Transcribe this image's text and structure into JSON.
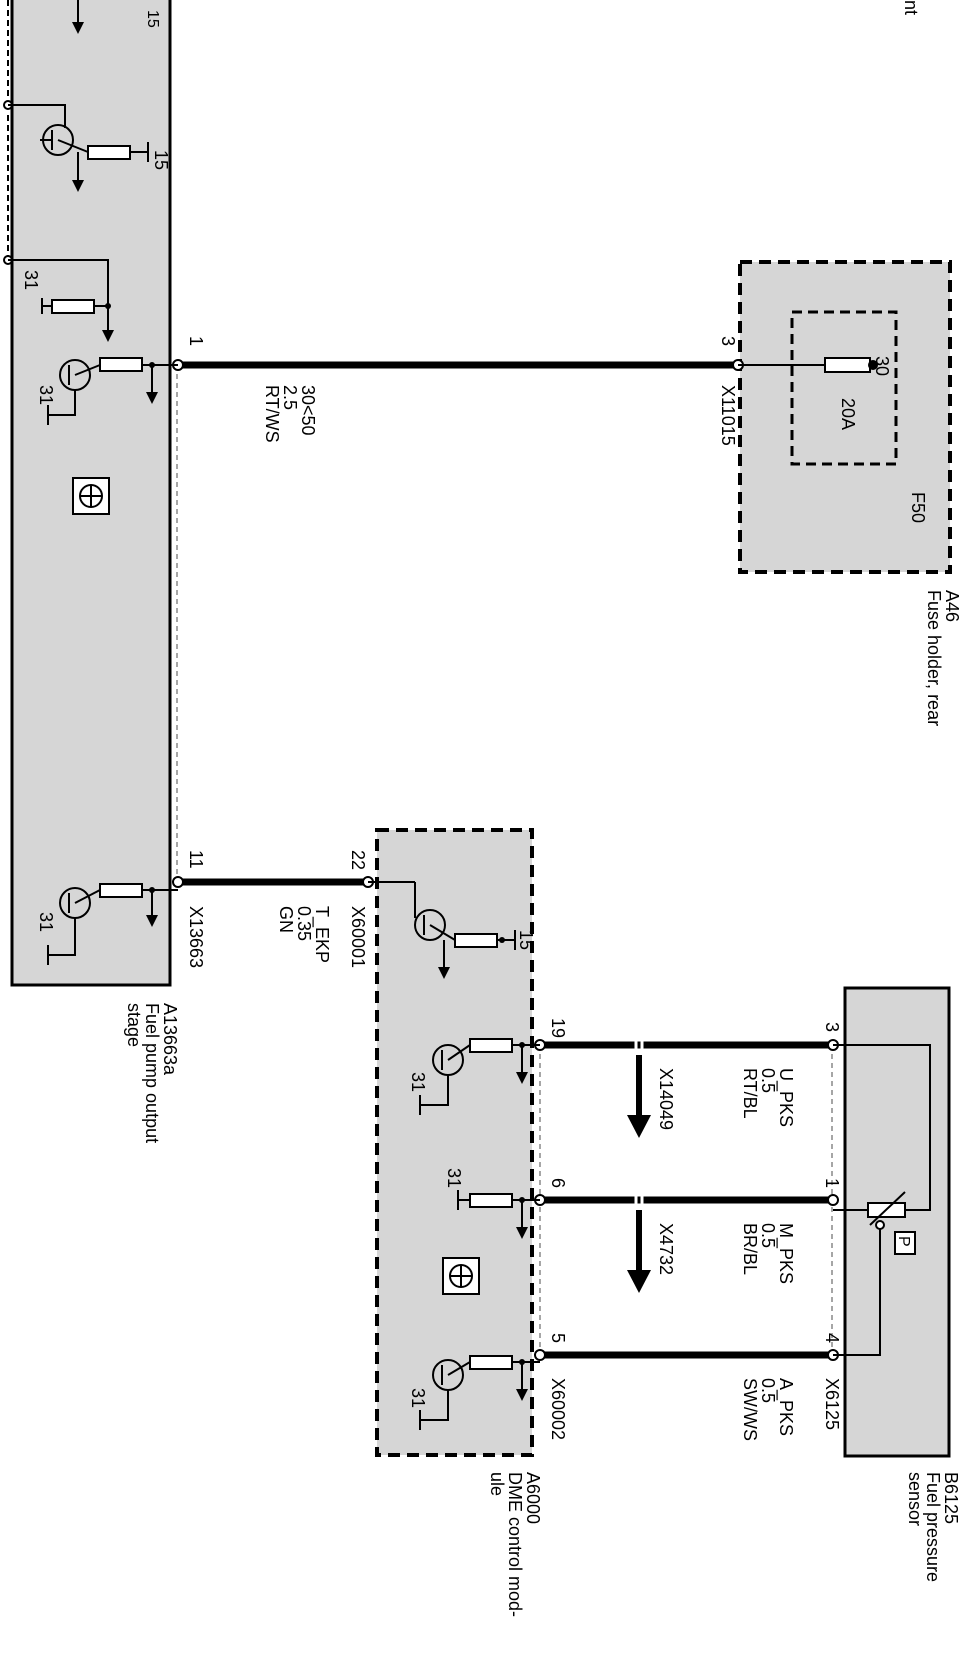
{
  "labels": {
    "top_cut_text": "nt",
    "fuel_pump_id": "A13663a",
    "fuel_pump_name_1": "Fuel pump output",
    "fuel_pump_name_2": "stage",
    "fuse_holder_id": "A46",
    "fuse_holder_name": "Fuse holder, rear",
    "fuse_id": "F50",
    "fuse_rating": "20A",
    "fuse_term": "30",
    "dme_id": "A6000",
    "dme_name_1": "DME control mod-",
    "dme_name_2": "ule",
    "sensor_id": "B6125",
    "sensor_name_1": "Fuel pressure",
    "sensor_name_2": "sensor",
    "sensor_p": "P"
  },
  "connectors": {
    "x13663": "X13663",
    "x11015": "X11015",
    "x60001": "X60001",
    "x60002": "X60002",
    "x6125": "X6125",
    "x14049": "X14049",
    "x4732": "X4732"
  },
  "pins": {
    "p1": "1",
    "p3": "3",
    "p11": "11",
    "p22": "22",
    "p19": "19",
    "p6": "6",
    "p5": "5",
    "s3": "3",
    "s1": "1",
    "s4": "4"
  },
  "wires": [
    {
      "signal": "30<50",
      "size": "2.5",
      "color": "RT/WS"
    },
    {
      "signal": "T_EKP",
      "size": "0.35",
      "color": "GN"
    },
    {
      "signal": "U_PKS",
      "size": "0.5",
      "color": "RT/BL"
    },
    {
      "signal": "M_PKS",
      "size": "0.5",
      "color": "BR/BL"
    },
    {
      "signal": "A_PKS",
      "size": "0.5",
      "color": "SW/WS"
    }
  ],
  "terminals": {
    "t15": "15",
    "t31": "31"
  }
}
